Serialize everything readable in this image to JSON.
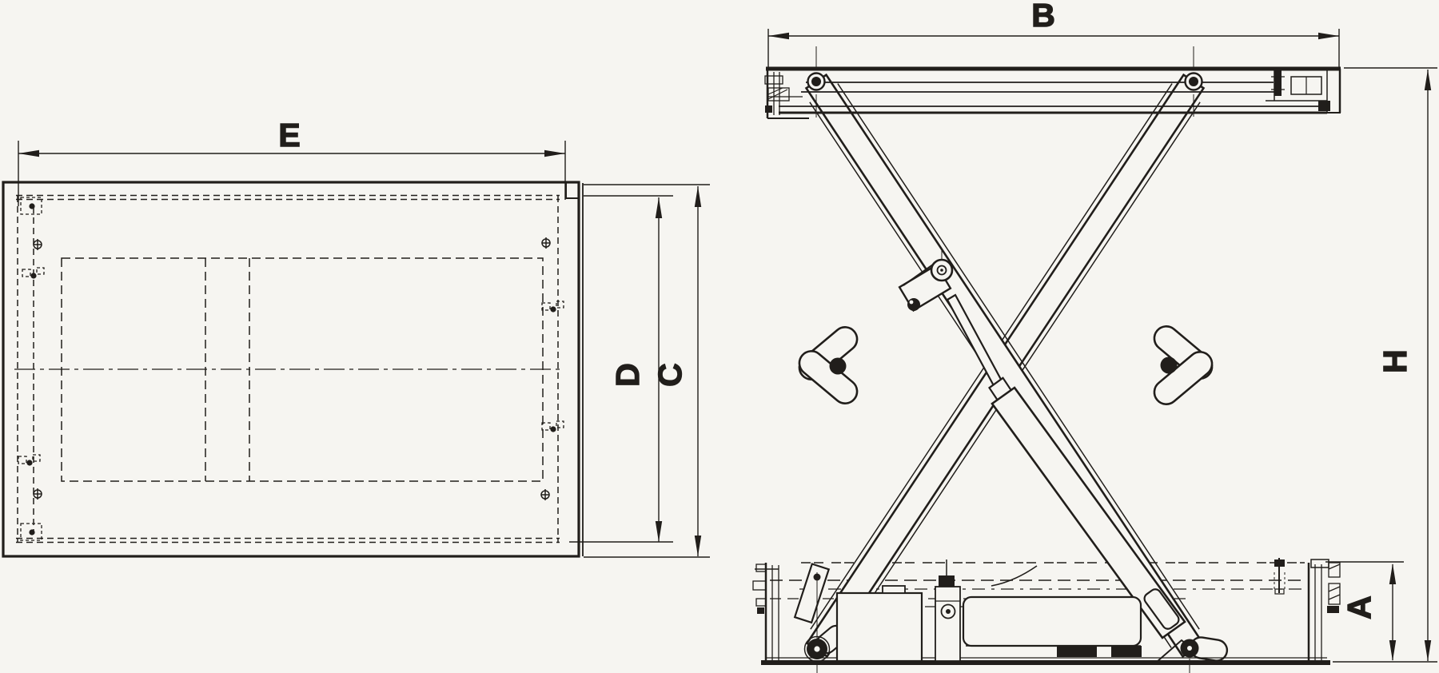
{
  "page": {
    "background_color": "#f6f5f1",
    "line_color": "#211e1b",
    "description": "Engineering dimension drawing of a hydraulic scissor lift table: platform plan view (left) and scissor mechanism side elevation (right)"
  },
  "drawing": {
    "views": [
      {
        "id": "plan-view",
        "name": "platform top view",
        "dimensions_shown": [
          "E",
          "D",
          "C"
        ]
      },
      {
        "id": "side-view",
        "name": "scissor lift side elevation",
        "dimensions_shown": [
          "B",
          "H",
          "A"
        ]
      }
    ],
    "dimension_labels": {
      "E": "E",
      "D": "D",
      "C": "C",
      "B": "B",
      "H": "H",
      "A": "A"
    }
  }
}
